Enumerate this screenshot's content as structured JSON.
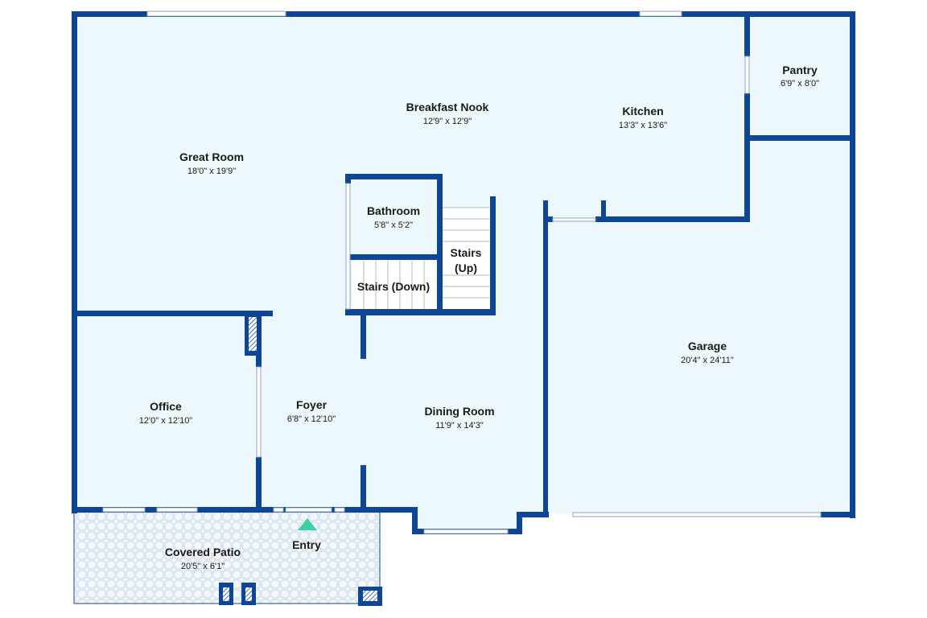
{
  "rooms": {
    "great_room": {
      "name": "Great Room",
      "dims": "18'0\" x 19'9\""
    },
    "breakfast_nook": {
      "name": "Breakfast Nook",
      "dims": "12'9\" x 12'9\""
    },
    "kitchen": {
      "name": "Kitchen",
      "dims": "13'3\" x 13'6\""
    },
    "pantry": {
      "name": "Pantry",
      "dims": "6'9\" x 8'0\""
    },
    "bathroom": {
      "name": "Bathroom",
      "dims": "5'8\" x 5'2\""
    },
    "stairs_up": {
      "name_line1": "Stairs",
      "name_line2": "(Up)"
    },
    "stairs_down": {
      "name": "Stairs (Down)"
    },
    "office": {
      "name": "Office",
      "dims": "12'0\" x 12'10\""
    },
    "foyer": {
      "name": "Foyer",
      "dims": "6'8\" x 12'10\""
    },
    "dining_room": {
      "name": "Dining Room",
      "dims": "11'9\" x 14'3\""
    },
    "garage": {
      "name": "Garage",
      "dims": "20'4\" x 24'11\""
    },
    "covered_patio": {
      "name": "Covered Patio",
      "dims": "20'5\" x 6'1\""
    }
  },
  "entry": {
    "label": "Entry"
  },
  "colors": {
    "wall": "#0f4595",
    "floor": "#ecf8fc",
    "entry_marker": "#3ecf9e"
  }
}
